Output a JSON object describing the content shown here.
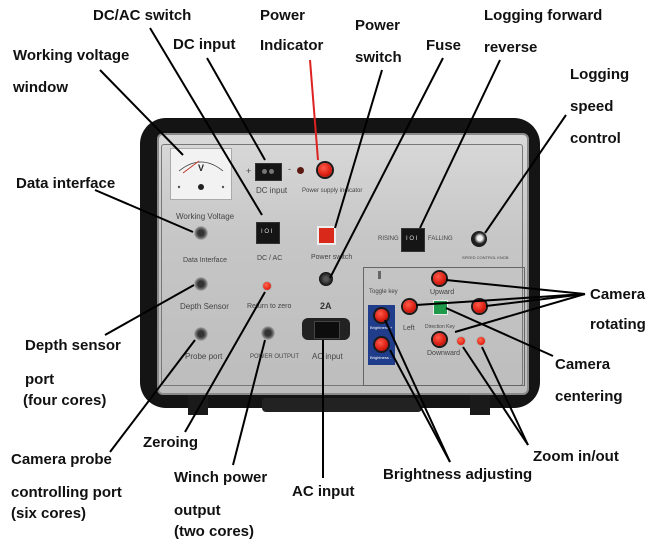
{
  "callouts": {
    "working_voltage_1": "Working  voltage",
    "working_voltage_2": "window",
    "dc_ac_switch": "DC/AC switch",
    "dc_input": "DC input",
    "power_indicator_1": "Power",
    "power_indicator_2": "Indicator",
    "power_switch_1": "Power",
    "power_switch_2": "switch",
    "fuse": "Fuse",
    "logging_fr_1": "Logging forward",
    "logging_fr_2": "reverse",
    "logging_speed_1": "Logging",
    "logging_speed_2": "speed",
    "logging_speed_3": "control",
    "data_interface": "Data interface",
    "depth_sensor_1": "Depth sensor",
    "depth_sensor_2": "port",
    "depth_sensor_3": "(four cores)",
    "camera_rotating_1": "Camera",
    "camera_rotating_2": "rotating",
    "camera_centering_1": "Camera",
    "camera_centering_2": "centering",
    "zeroing": "Zeroing",
    "camera_probe_1": "Camera probe",
    "camera_probe_2": "controlling port",
    "camera_probe_3": "(six cores)",
    "winch_power_1": "Winch power",
    "winch_power_2": "output",
    "winch_power_3": "(two cores)",
    "ac_input": "AC input",
    "brightness": "Brightness adjusting",
    "zoom": "Zoom in/out"
  },
  "panel_labels": {
    "meter_unit": "V",
    "working_voltage": "Working Voltage",
    "dc_input": "DC input",
    "dc_plus": "+",
    "dc_minus": "-",
    "power_supply_indicator": "Power supply indicator",
    "dc_ac": "DC / AC",
    "power_switch": "Power switch",
    "data_interface": "Data Interface",
    "depth_sensor": "Depth Sensor",
    "return_to_zero": "Return to zero",
    "fuse_rating": "2A",
    "probe_port": "Probe port",
    "power_output": "POWER OUTPUT",
    "ac_input": "AC input",
    "rising": "RISING",
    "falling": "FALLING",
    "rocker_text": "I O I",
    "speed_knob": "SPEED CONTROL KNOB",
    "toggle_key": "Toggle key",
    "upward": "Upward",
    "left": "Left",
    "downward": "Downward",
    "direction_key": "Direction Key",
    "brightness_plus": "Brightness +",
    "brightness_minus": "Brightness -"
  },
  "colors": {
    "case": "#141414",
    "panel": "#c8c8c8",
    "button_red": "#d81c10",
    "center_green": "#1f9a4a",
    "brightness_strip": "#1f3d8a"
  }
}
